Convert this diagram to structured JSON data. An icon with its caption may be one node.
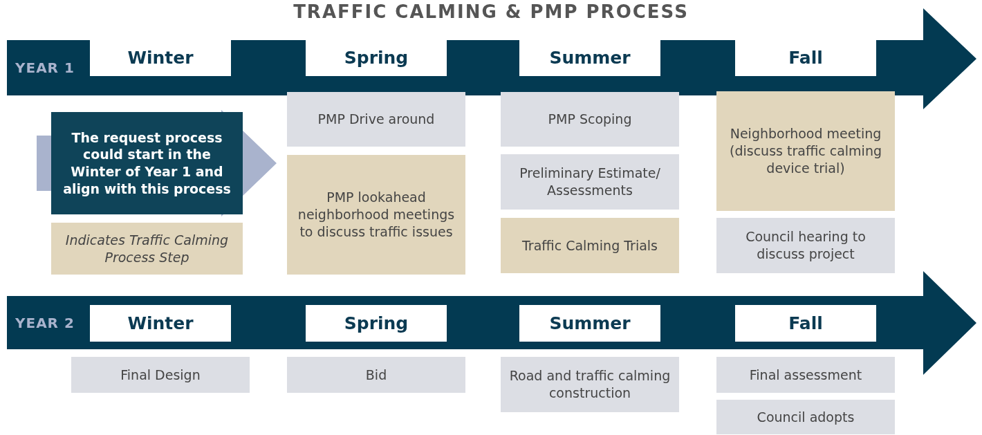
{
  "diagram": {
    "title": "TRAFFIC CALMING & PMP PROCESS",
    "nodes": [
      {
        "text": [
          "YEAR 1"
        ]
      },
      {
        "text": [
          "Winter"
        ],
        "in": 0
      },
      {
        "text": [
          "Spring"
        ],
        "in": 0
      },
      {
        "text": [
          "Summer"
        ],
        "in": 0
      },
      {
        "text": [
          "Fall"
        ],
        "in": 0
      },
      {
        "text": [
          "YEAR 2"
        ]
      },
      {
        "text": [
          "Winter"
        ],
        "in": 5
      },
      {
        "text": [
          "Spring"
        ],
        "in": 5
      },
      {
        "text": [
          "Summer"
        ],
        "in": 5
      },
      {
        "text": [
          "Fall"
        ],
        "in": 5
      },
      {
        "text": [
          "The request process could start in the Winter of Year 1 and align with this process"
        ]
      },
      {
        "text": [
          "PMP Drive around"
        ]
      },
      {
        "text": [
          "PMP lookahead neighborhood meetings to discuss traffic issues"
        ]
      },
      {
        "text": [
          "PMP Scoping"
        ]
      },
      {
        "text": [
          "Preliminary Estimate/ Assessments"
        ]
      },
      {
        "text": [
          "Traffic Calming Trials"
        ]
      },
      {
        "text": [
          "Neighborhood meeting (discuss traffic calming device trial)"
        ]
      },
      {
        "text": [
          "Council hearing to discuss project"
        ]
      },
      {
        "text": [
          "Final Design"
        ]
      },
      {
        "text": [
          "Bid"
        ]
      },
      {
        "text": [
          "Road and traffic calming construction"
        ]
      },
      {
        "text": [
          "Final assessment"
        ]
      },
      {
        "text": [
          "Council adopts"
        ]
      }
    ],
    "edges": [
      {
        "from": 10,
        "to": 12,
        "arrow": "to"
      }
    ],
    "legend": [
      {
        "text": "Indicates Traffic Calming Process Step",
        "color": "#e1d6bc"
      }
    ]
  }
}
